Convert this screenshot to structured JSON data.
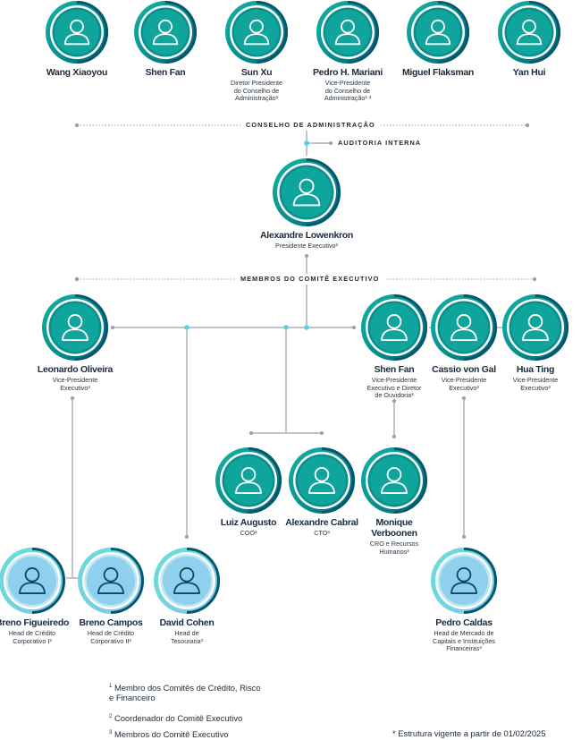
{
  "board": {
    "label": "CONSELHO DE ADMINISTRAÇÃO",
    "members": [
      {
        "name": "Wang Xiaoyou",
        "role": ""
      },
      {
        "name": "Shen Fan",
        "role": ""
      },
      {
        "name": "Sun Xu",
        "role": "Diretor Presidente\ndo Conselho de\nAdministração³"
      },
      {
        "name": "Pedro H. Mariani",
        "role": "Vice-Presidente\ndo Conselho de\nAdministração¹ ³"
      },
      {
        "name": "Miguel Flaksman",
        "role": ""
      },
      {
        "name": "Yan Hui",
        "role": ""
      }
    ]
  },
  "audit": {
    "label": "AUDITORIA INTERNA"
  },
  "ceo": {
    "name": "Alexandre Lowenkron",
    "role": "Presidente Executivo³"
  },
  "committee": {
    "label": "MEMBROS DO COMITÊ EXECUTIVO"
  },
  "vps": [
    {
      "name": "Leonardo Oliveira",
      "role": "Vice-Presidente\nExecutivo³"
    },
    {
      "name": "Shen Fan",
      "role": "Vice-Presidente\nExecutivo e Diretor\nde Ouvidoria³"
    },
    {
      "name": "Cassio von Gal",
      "role": "Vice-Presidente\nExecutivo³"
    },
    {
      "name": "Hua Ting",
      "role": "Vice-Presidente\nExecutivo³"
    }
  ],
  "officers": [
    {
      "name": "Luiz Augusto",
      "role": "COO³"
    },
    {
      "name": "Alexandre Cabral",
      "role": "CTO³"
    },
    {
      "name": "Monique\nVerboonen",
      "role": "CRO e Recursos\nHumanos³"
    }
  ],
  "heads": [
    {
      "name": "Breno Figueiredo",
      "role": "Head de Crédito\nCorporativo I³"
    },
    {
      "name": "Breno Campos",
      "role": "Head de Crédito\nCorporativo II³"
    },
    {
      "name": "David Cohen",
      "role": "Head de\nTesouraria³"
    },
    {
      "name": "Pedro Caldas",
      "role": "Head de Mercado de\nCapitais e Instituições\nFinanceiras³"
    }
  ],
  "footnotes": [
    {
      "mark": "1",
      "text": "Membro dos Comitês de Crédito, Risco\ne Financeiro"
    },
    {
      "mark": "2",
      "text": "Coordenador do Comitê Executivo"
    },
    {
      "mark": "3",
      "text": "Membros do Comitê Executivo"
    }
  ],
  "effective_note": "* Estrutura vigente a partir de 01/02/2025",
  "colors": {
    "teal_dark": "#04566d",
    "teal_mid": "#078f8f",
    "teal_bright": "#13b3a6",
    "light_blue": "#86c3ec",
    "light_cyan": "#66dfd6",
    "connector": "#9aa0a6",
    "junction": "#5ad1e0"
  },
  "icons": {
    "avatar": "person-icon"
  }
}
